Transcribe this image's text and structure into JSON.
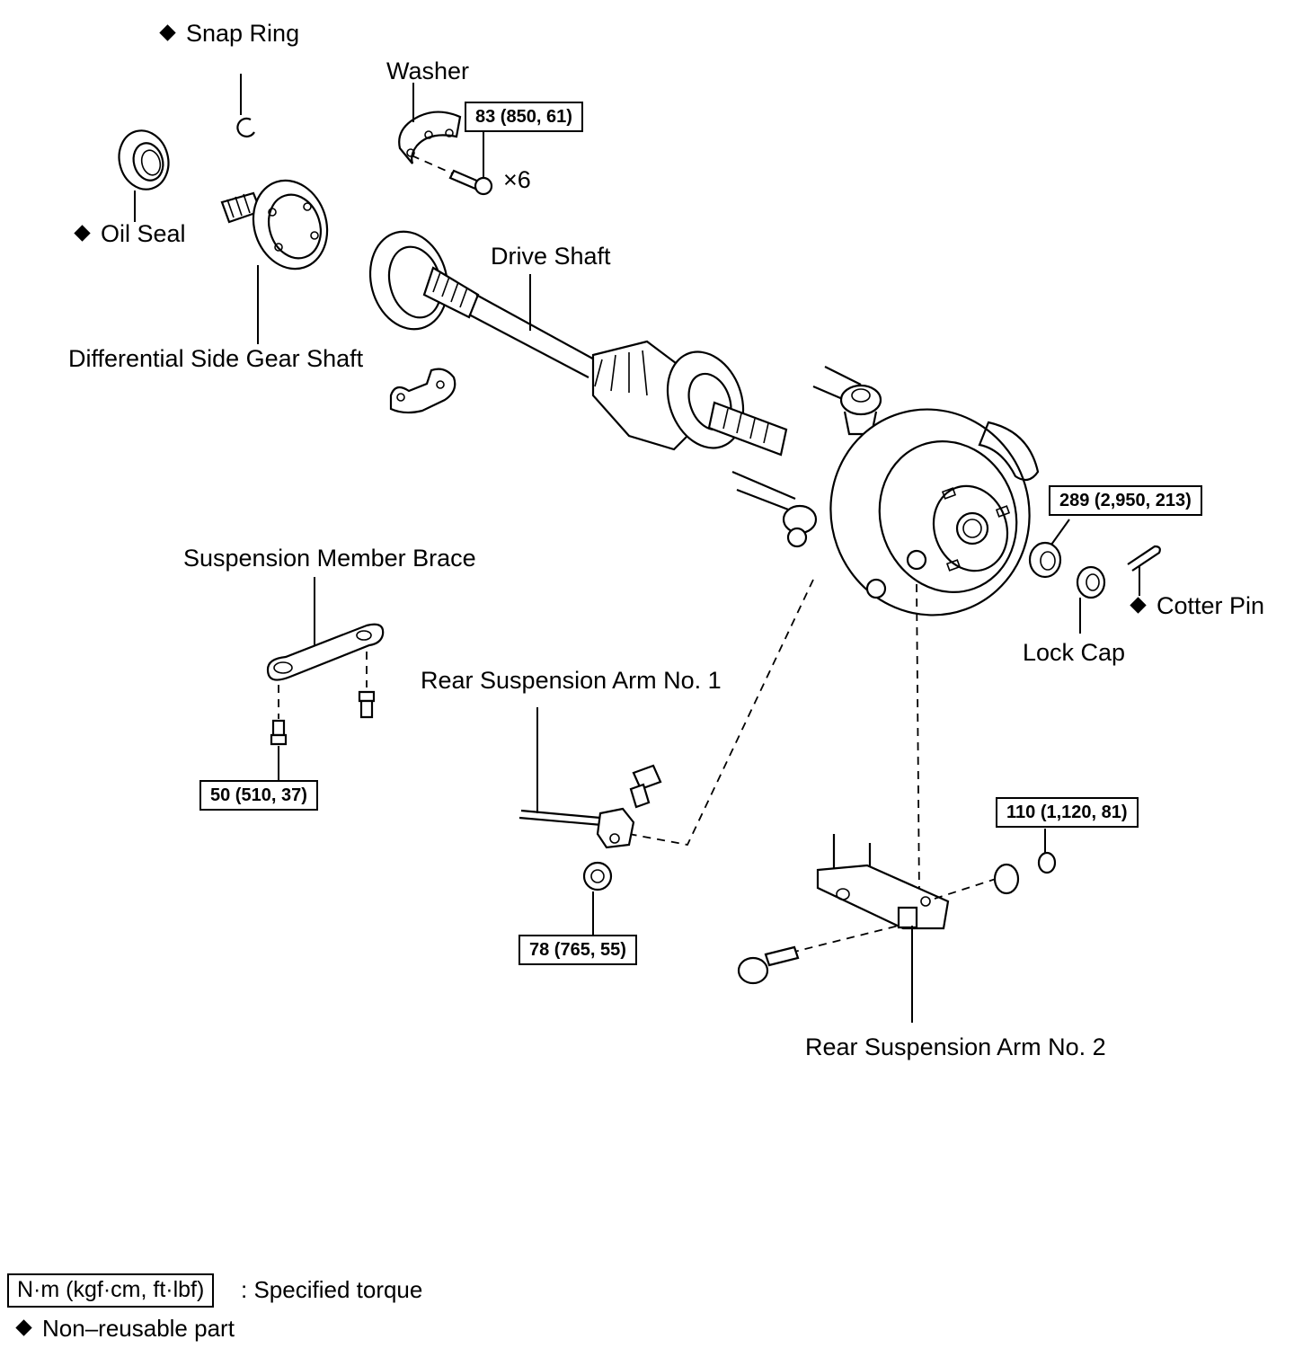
{
  "labels": {
    "snap_ring": "Snap Ring",
    "washer": "Washer",
    "oil_seal": "Oil Seal",
    "drive_shaft": "Drive Shaft",
    "diff_side_gear_shaft": "Differential Side Gear Shaft",
    "suspension_member_brace": "Suspension Member Brace",
    "rear_arm_1": "Rear Suspension Arm No. 1",
    "rear_arm_2": "Rear Suspension Arm No. 2",
    "lock_cap": "Lock Cap",
    "cotter_pin": "Cotter Pin",
    "quantity": "×6"
  },
  "torques": {
    "washer_bolts": "83 (850, 61)",
    "axle_nut": "289 (2,950, 213)",
    "brace_bolt": "50 (510, 37)",
    "arm1_nut": "78 (765, 55)",
    "arm2_nut": "110 (1,120, 81)"
  },
  "legend": {
    "torque_units": "N·m (kgf·cm, ft·lbf)",
    "torque_desc": ": Specified torque",
    "nonreusable_desc": "Non–reusable part"
  },
  "icons": [
    "diamond-icon (non-reusable marker)"
  ],
  "colors": {
    "ink": "#000000",
    "paper": "#ffffff"
  }
}
